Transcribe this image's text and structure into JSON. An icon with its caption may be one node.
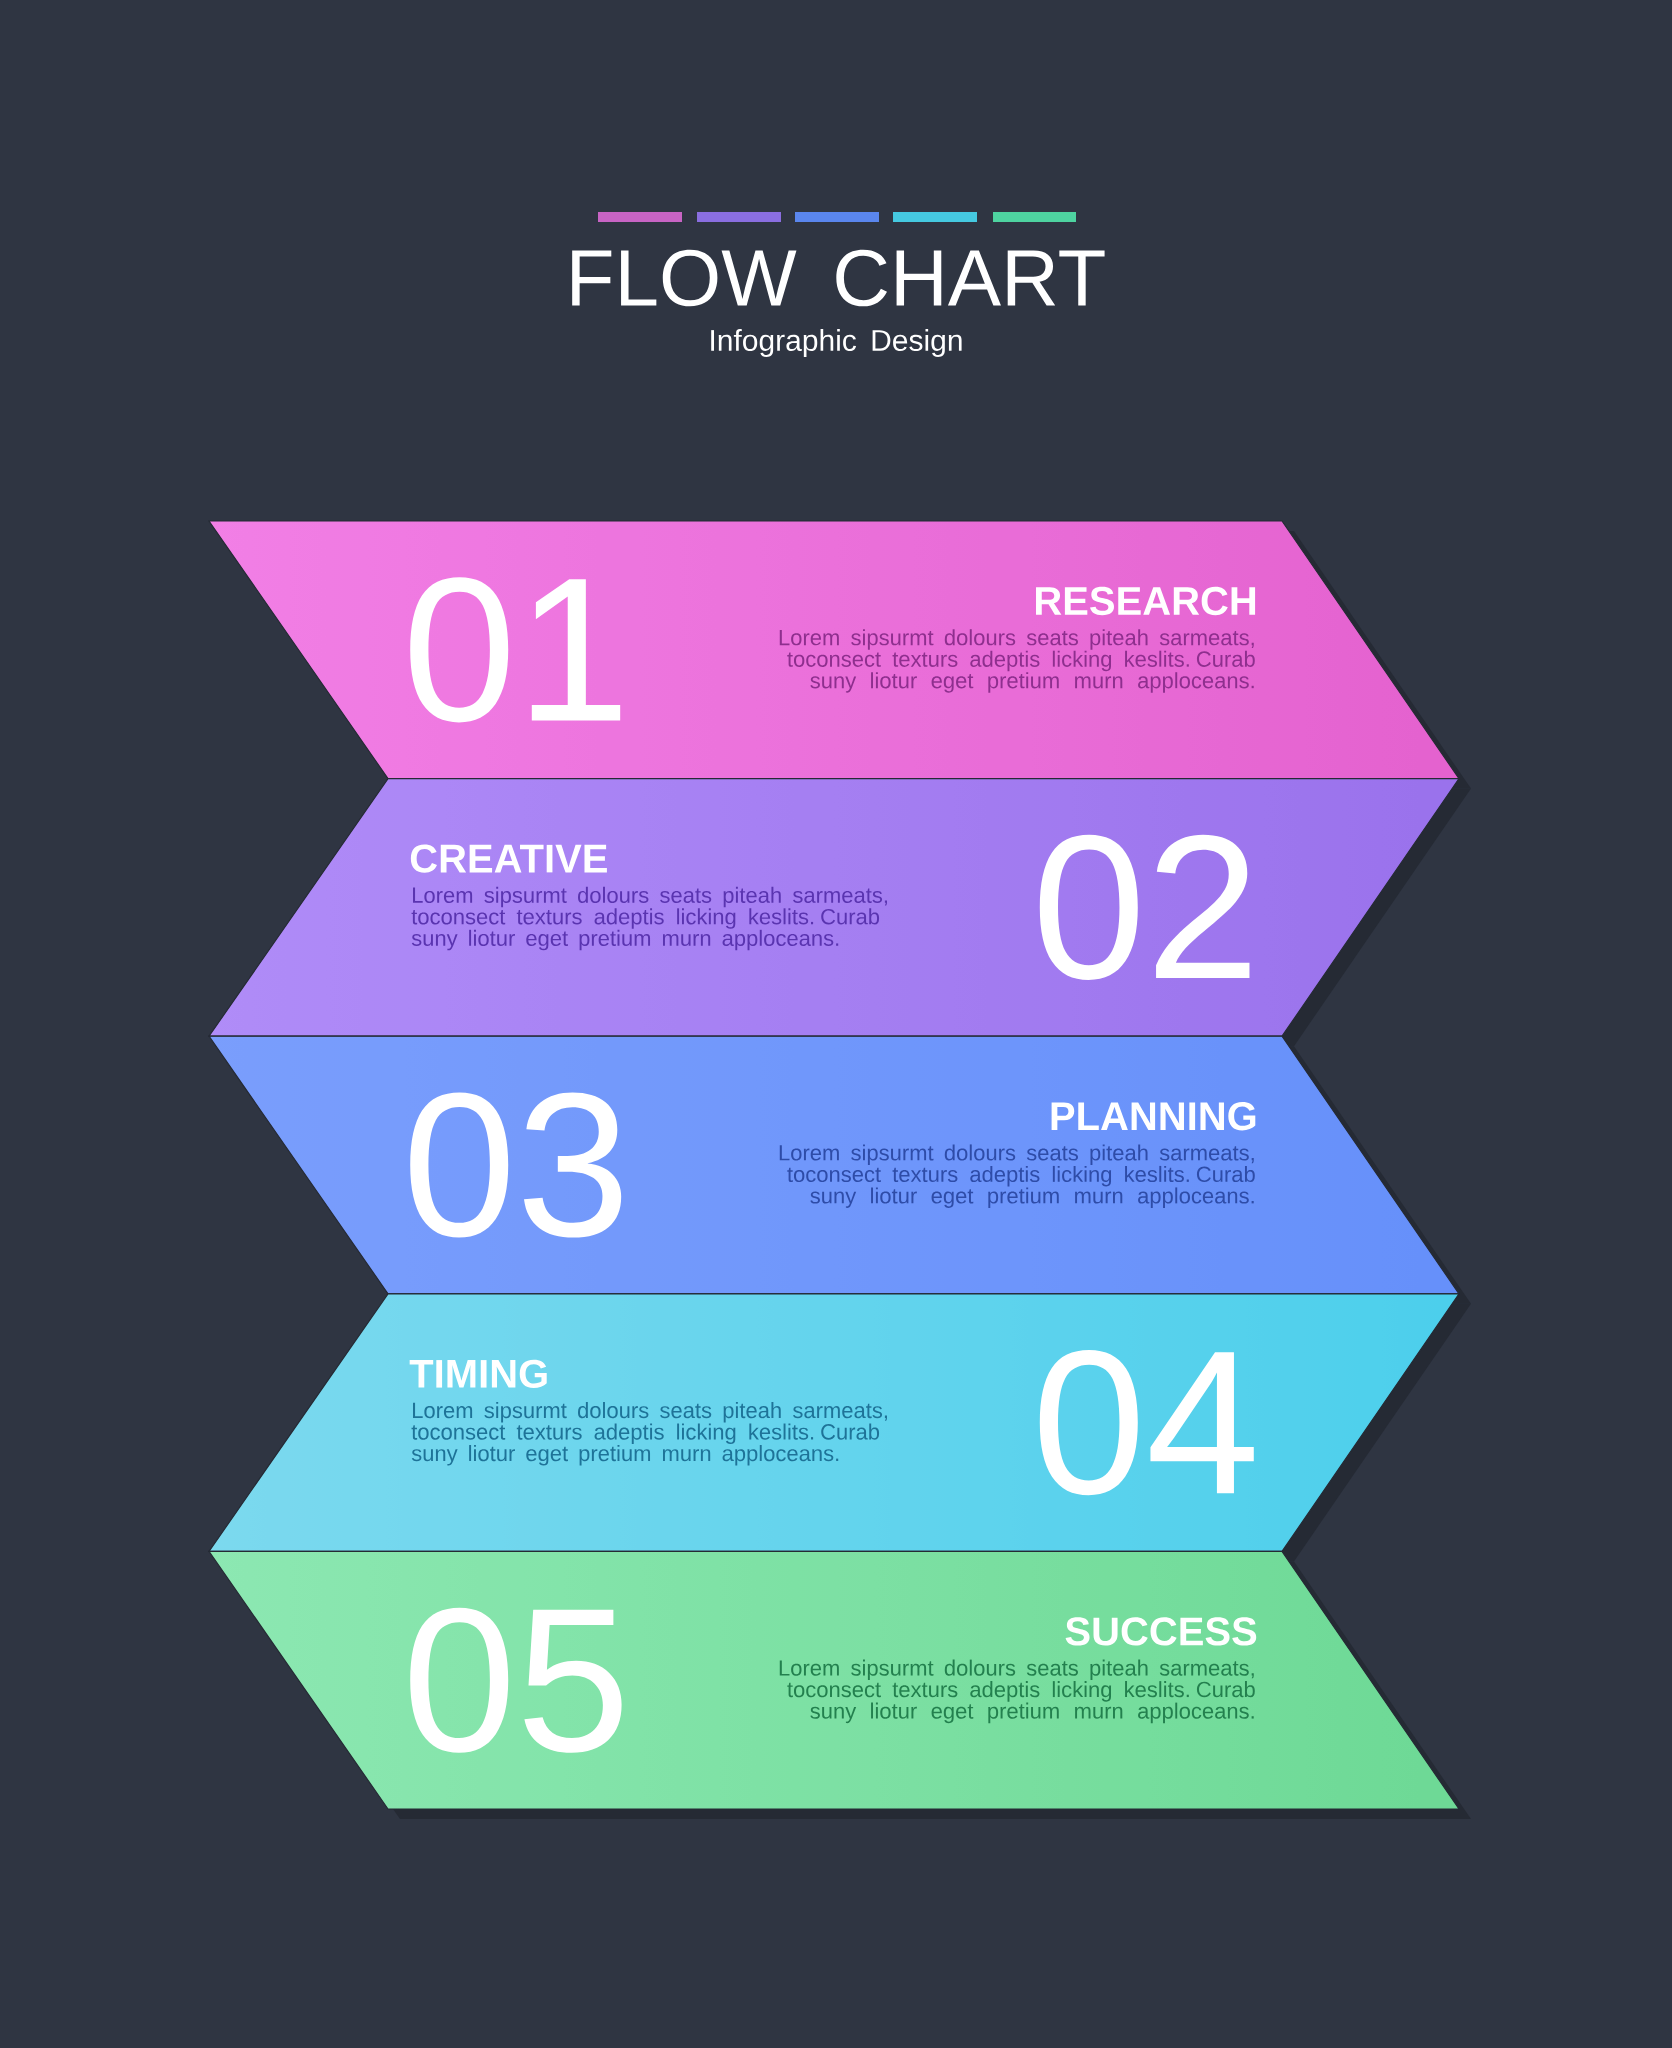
{
  "diagram": {
    "title": "FLOW CHART",
    "nodes": [
      {
        "text": [
          "01",
          "RESEARCH",
          "Lorem sipsurmt dolours seats piteah sarmeats, toconsect texturs adeptis licking keslits. Curab suny liotur eget pretium murn apploceans."
        ]
      },
      {
        "text": [
          "CREATIVE",
          "Lorem sipsurmt dolours seats piteah sarmeats, toconsect texturs adeptis licking keslits. Curab suny liotur eget pretium murn apploceans.",
          "02"
        ]
      },
      {
        "text": [
          "03",
          "PLANNING",
          "Lorem sipsurmt dolours seats piteah sarmeats, toconsect texturs adeptis licking keslits. Curab suny liotur eget pretium murn apploceans."
        ]
      },
      {
        "text": [
          "TIMING",
          "Lorem sipsurmt dolours seats piteah sarmeats, toconsect texturs adeptis licking keslits. Curab suny liotur eget pretium murn apploceans.",
          "04"
        ]
      },
      {
        "text": [
          "05",
          "SUCCESS",
          "Lorem sipsurmt dolours seats piteah sarmeats, toconsect texturs adeptis licking keslits. Curab suny liotur eget pretium murn apploceans."
        ]
      }
    ],
    "labels": [
      "Infographic Design"
    ]
  }
}
